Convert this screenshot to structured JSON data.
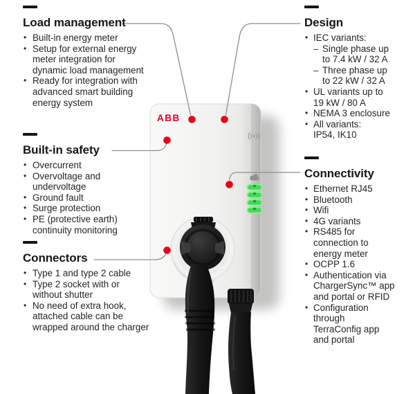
{
  "colors": {
    "brand_red": "#e8001c",
    "accent_red": "#e8001c",
    "line_gray": "#8e8e8e",
    "led_green": "#3fdc50"
  },
  "device": {
    "logo": "ABB",
    "status_leds": {
      "count": 4,
      "color": "green"
    },
    "icons": {
      "rfid": "contactless-signal",
      "cloud": "cloud-connection"
    }
  },
  "sections": {
    "load_management": {
      "title": "Load management",
      "items": [
        "Built-in energy meter",
        "Setup for external energy\nmeter integration for\ndynamic load management",
        "Ready for integration with\nadvanced smart building\nenergy system"
      ]
    },
    "built_in_safety": {
      "title": "Built-in safety",
      "items": [
        "Overcurrent",
        "Overvoltage and\nundervoltage",
        "Ground fault",
        "Surge protection",
        "PE (protective earth)\ncontinuity monitoring"
      ]
    },
    "connectors": {
      "title": "Connectors",
      "items": [
        "Type 1 and type 2 cable",
        "Type 2 socket with or\nwithout shutter",
        "No need of extra hook,\nattached cable can be\nwrapped around the charger"
      ]
    },
    "design": {
      "title": "Design",
      "items": [
        "IEC variants:",
        "Single phase up\nto 7.4 kW / 32 A",
        "Three phase up\nto 22 kW / 32 A",
        "UL variants up to\n19 kW / 80 A",
        "NEMA 3 enclosure",
        "All variants:\nIP54, IK10"
      ]
    },
    "connectivity": {
      "title": "Connectivity",
      "items": [
        "Ethernet RJ45",
        "Bluetooth",
        "Wifi",
        "4G variants",
        "RS485 for\nconnection to\nenergy meter",
        "OCPP 1.6",
        "Authentication via\nChargerSync™ app\nand portal or RFID",
        "Configuration\nthrough\nTerraConfig app\nand portal"
      ]
    }
  }
}
